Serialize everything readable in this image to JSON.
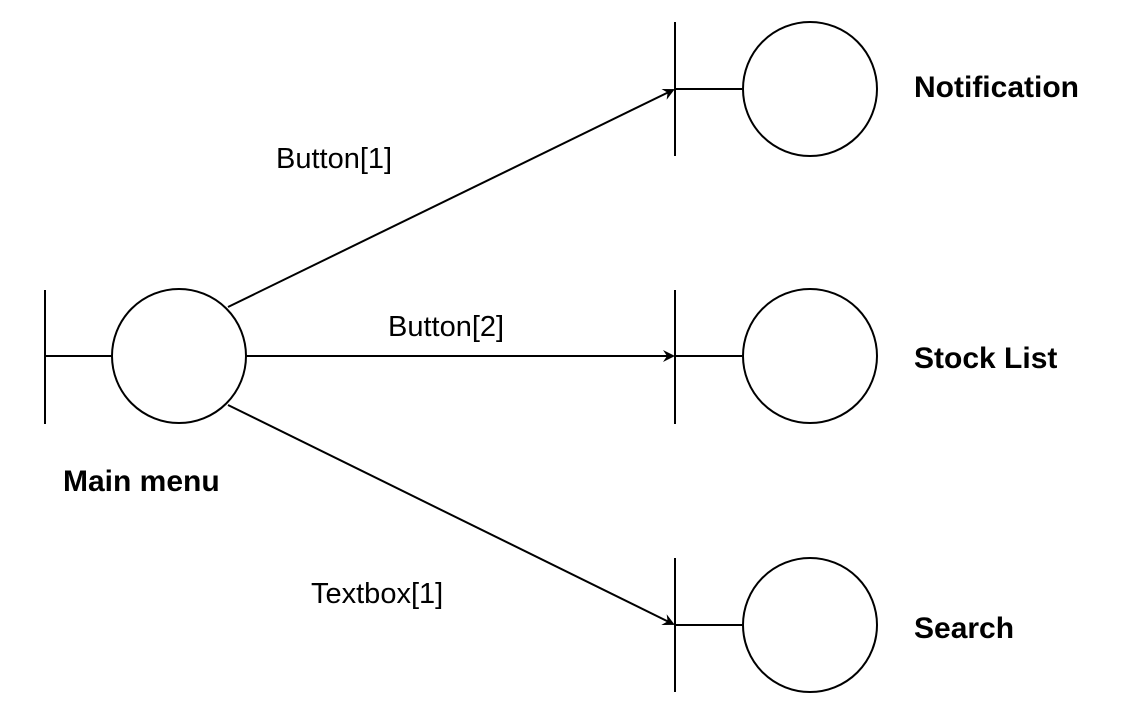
{
  "diagram": {
    "nodes": [
      {
        "id": "main-menu",
        "label": "Main menu"
      },
      {
        "id": "notification",
        "label": "Notification"
      },
      {
        "id": "stock-list",
        "label": "Stock List"
      },
      {
        "id": "search",
        "label": "Search"
      }
    ],
    "edges": [
      {
        "from": "main-menu",
        "to": "notification",
        "label": "Button[1]"
      },
      {
        "from": "main-menu",
        "to": "stock-list",
        "label": "Button[2]"
      },
      {
        "from": "main-menu",
        "to": "search",
        "label": "Textbox[1]"
      }
    ],
    "colors": {
      "stroke": "#000000",
      "background": "#ffffff"
    }
  }
}
